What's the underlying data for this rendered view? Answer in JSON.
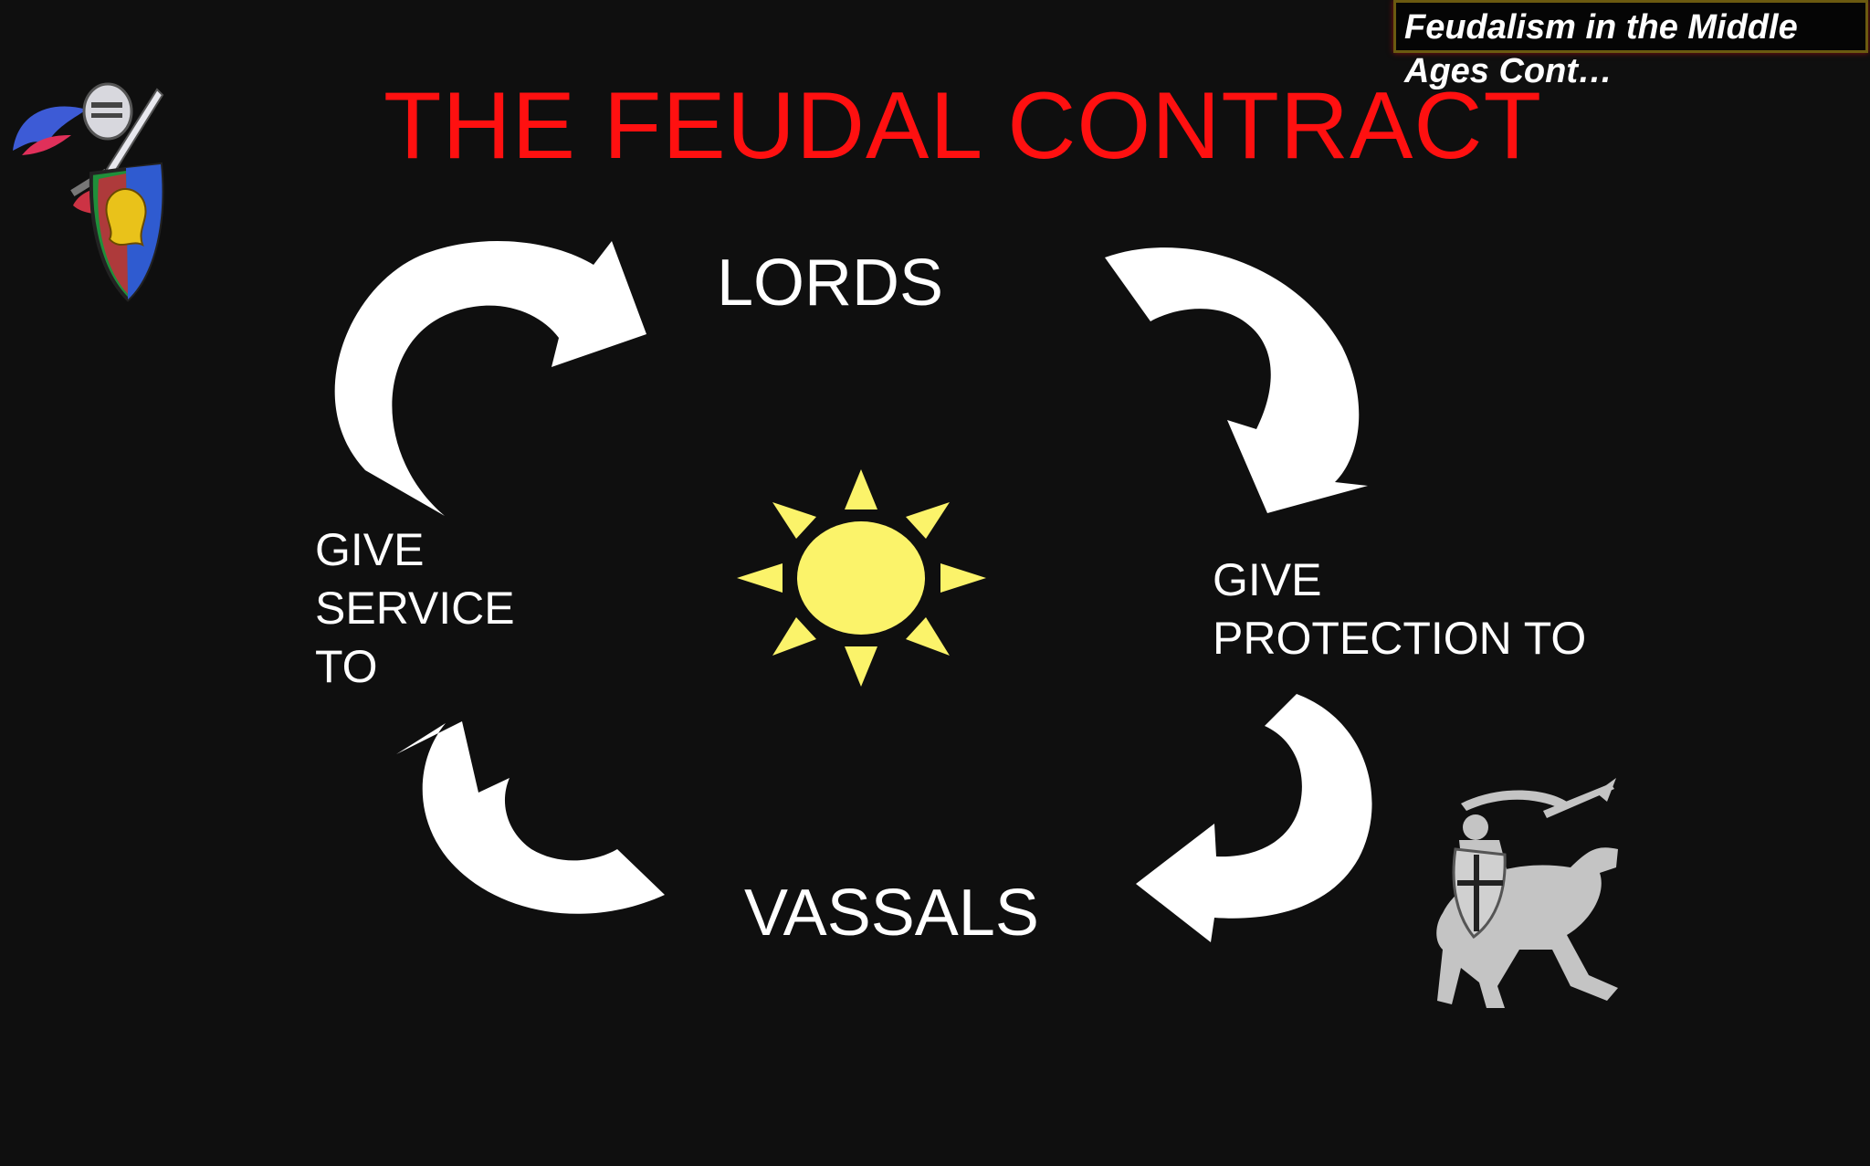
{
  "slide": {
    "corner_label": [
      "Feudalism in the Middle",
      "Ages Cont…"
    ],
    "title": "THE FEUDAL CONTRACT"
  },
  "diagram": {
    "top_node": "LORDS",
    "bottom_node": "VASSALS",
    "left_relation": [
      "GIVE",
      "SERVICE",
      "TO"
    ],
    "right_relation": [
      "GIVE",
      "PROTECTION TO"
    ],
    "center_icon": "sun-icon",
    "arrow_color": "#ffffff",
    "sun_color": "#fbf36a",
    "title_color": "#ff1010"
  },
  "decorations": {
    "top_left": "knight-with-shield-icon",
    "bottom_right": "mounted-knight-icon"
  }
}
